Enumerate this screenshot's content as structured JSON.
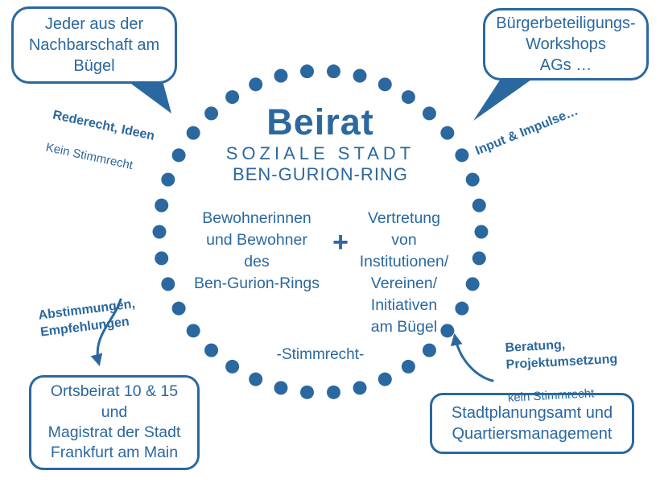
{
  "colors": {
    "primary_blue": "#2b689f"
  },
  "center": {
    "title": "Beirat",
    "subtitle1": "SOZIALE STADT",
    "subtitle2": "BEN-GURION-RING",
    "left_group": "Bewohnerinnen\nund Bewohner\ndes\nBen-Gurion-Rings",
    "plus": "+",
    "right_group": "Vertretung\nvon\nInstitutionen/\nVereinen/\nInitiativen\nam Bügel",
    "voting": "-Stimmrecht-"
  },
  "bubbles": {
    "top_left": {
      "text": "Jeder aus der\nNachbarschaft am\nBügel"
    },
    "top_right": {
      "text": "Bürgerbeteiligungs-\nWorkshops\nAGs …"
    },
    "bottom_left": {
      "text": "Ortsbeirat 10 & 15\nund\nMagistrat der Stadt\nFrankfurt am Main"
    },
    "bottom_right": {
      "text": "Stadtplanungsamt und\nQuartiersmanagement"
    }
  },
  "labels": {
    "top_left_bold": "Rederecht, Ideen",
    "top_left_regular": "Kein Stimmrecht",
    "top_right_bold": "Input & Impulse…",
    "bottom_left_bold": "Abstimmungen,\nEmpfehlungen",
    "bottom_right_bold": "Beratung,\nProjektumsetzung",
    "bottom_right_regular": "kein Stimmrecht"
  }
}
